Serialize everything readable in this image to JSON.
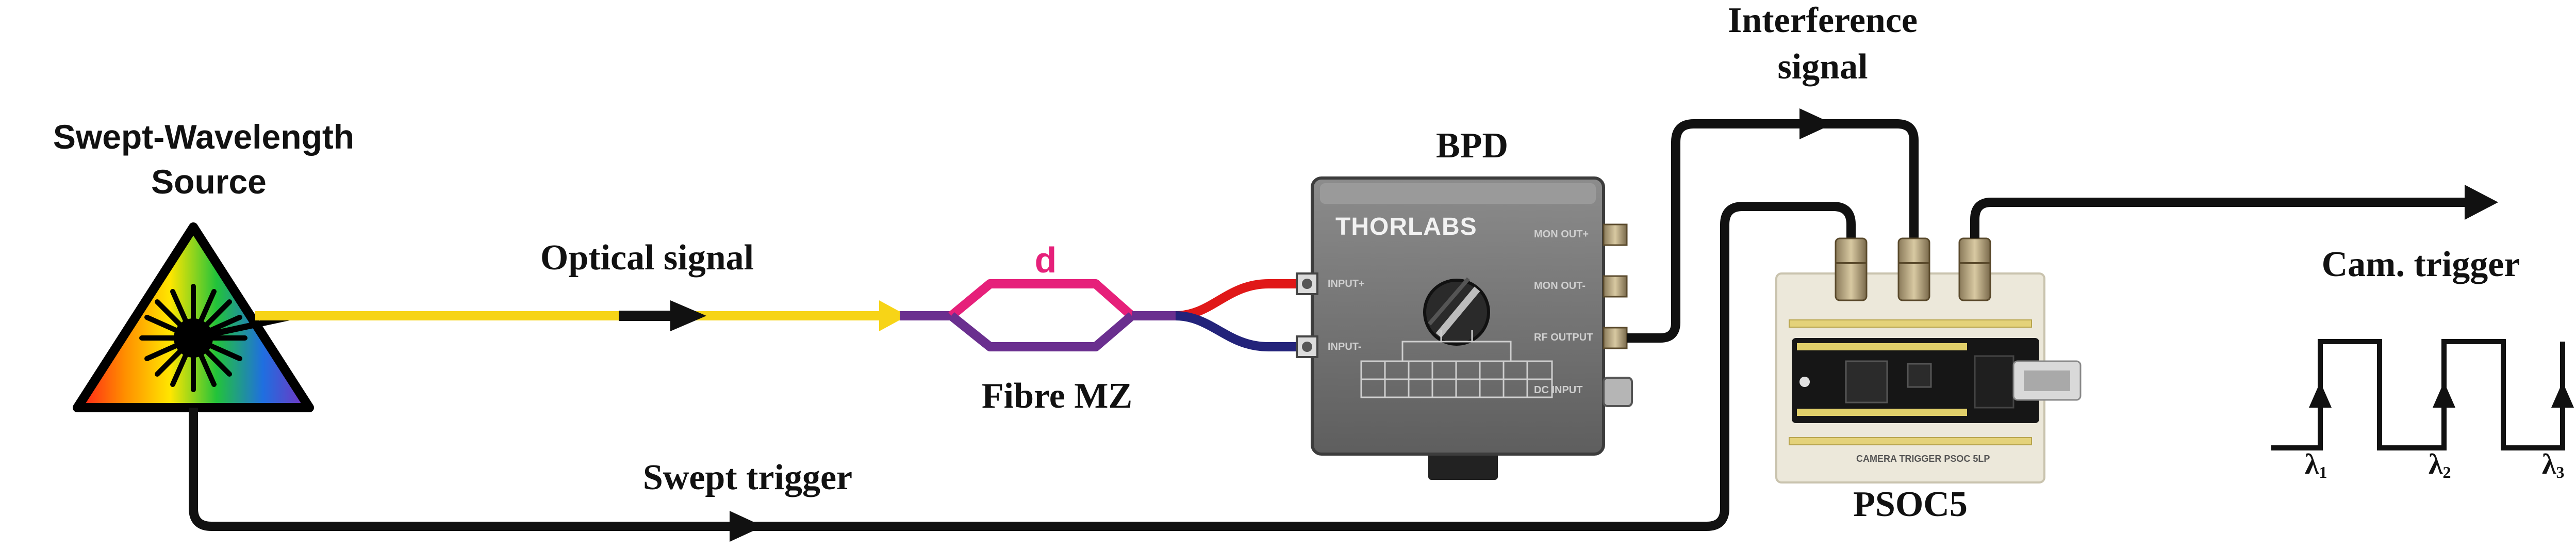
{
  "labels": {
    "source": [
      "Swept-Wavelength",
      "Source"
    ],
    "optical_signal": "Optical signal",
    "mz_d": "d",
    "fibre_mz": "Fibre MZ",
    "bpd": "BPD",
    "interference": [
      "Interference",
      "signal"
    ],
    "swept_trigger": "Swept trigger",
    "psoc": "PSOC5",
    "cam_trigger": "Cam. trigger",
    "lambda1": "λ",
    "lambda2": "λ",
    "lambda3": "λ",
    "lambda1_sub": "1",
    "lambda2_sub": "2",
    "lambda3_sub": "3"
  },
  "bpd_device": {
    "brand": "THORLABS",
    "port_in_plus": "INPUT+",
    "port_in_minus": "INPUT-",
    "out_mon_plus": "MON OUT+",
    "out_mon_minus": "MON OUT-",
    "out_rf": "RF OUTPUT",
    "out_dc": "DC INPUT"
  },
  "psoc_board": {
    "silk": "CAMERA TRIGGER PSOC 5LP"
  },
  "colors": {
    "optical_fiber": "#f7d417",
    "mz_top": "#e6207a",
    "mz_bottom": "#6a2f8f",
    "fiber_red": "#e01818",
    "fiber_blue": "#23237a",
    "wire": "#111111",
    "device_body": "#7a7a7a",
    "board": "#ece8da",
    "d_label": "#e6207a"
  }
}
